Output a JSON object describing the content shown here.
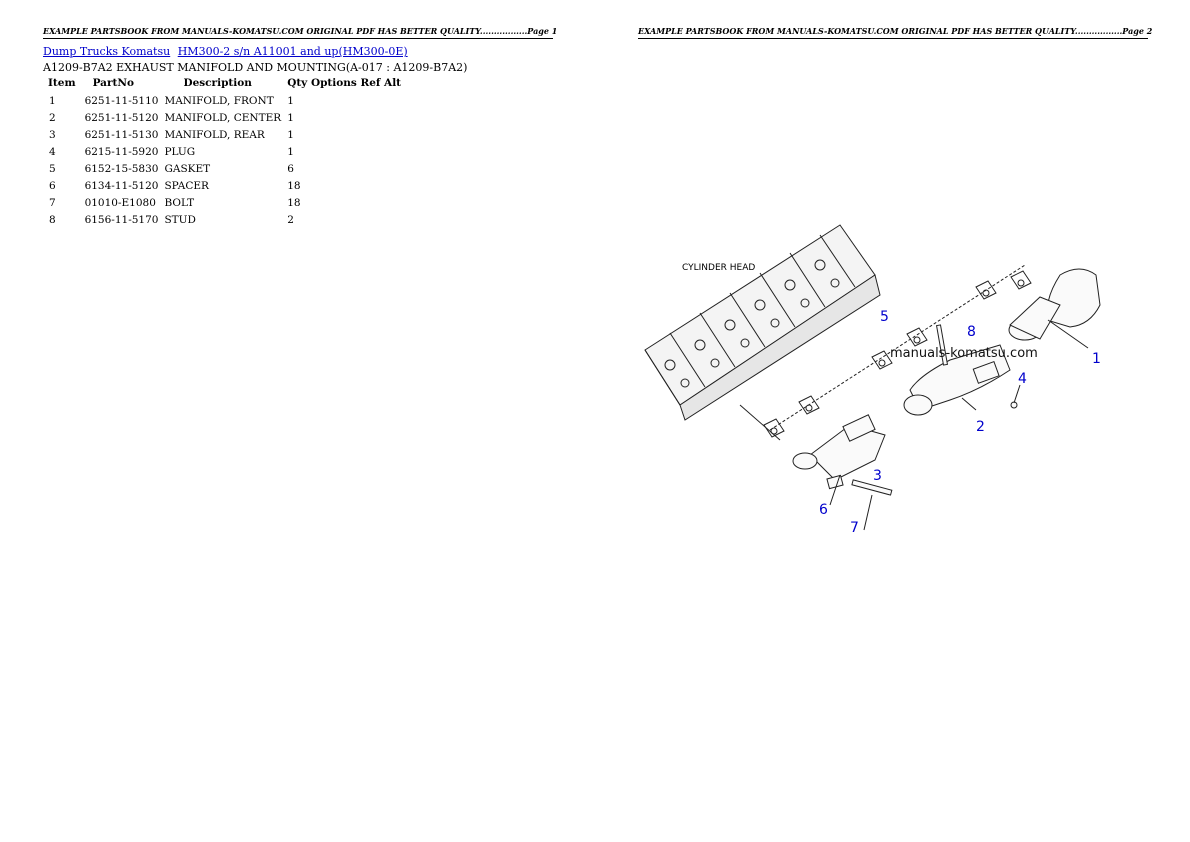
{
  "header": {
    "page1": "EXAMPLE PARTSBOOK FROM MANUALS-KOMATSU.COM ORIGINAL PDF HAS BETTER QUALITY.................Page 1",
    "page2": "EXAMPLE PARTSBOOK FROM MANUALS-KOMATSU.COM ORIGINAL PDF HAS BETTER QUALITY.................Page 2"
  },
  "breadcrumb": {
    "link1": "Dump Trucks Komatsu",
    "link2": "HM300-2 s/n A11001 and up(HM300-0E)"
  },
  "subtitle": "A1209-B7A2 EXHAUST MANIFOLD AND MOUNTING(A-017 : A1209-B7A2)",
  "table": {
    "headers": {
      "item": "Item",
      "partno": "PartNo",
      "description": "Description",
      "qty": "Qty Options Ref Alt"
    },
    "rows": [
      {
        "item": "1",
        "partno": "6251-11-5110",
        "description": "MANIFOLD, FRONT",
        "qty": "1"
      },
      {
        "item": "2",
        "partno": "6251-11-5120",
        "description": "MANIFOLD, CENTER",
        "qty": "1"
      },
      {
        "item": "3",
        "partno": "6251-11-5130",
        "description": "MANIFOLD, REAR",
        "qty": "1"
      },
      {
        "item": "4",
        "partno": "6215-11-5920",
        "description": "PLUG",
        "qty": "1"
      },
      {
        "item": "5",
        "partno": "6152-15-5830",
        "description": "GASKET",
        "qty": "6"
      },
      {
        "item": "6",
        "partno": "6134-11-5120",
        "description": "SPACER",
        "qty": "18"
      },
      {
        "item": "7",
        "partno": "01010-E1080",
        "description": "BOLT",
        "qty": "18"
      },
      {
        "item": "8",
        "partno": "6156-11-5170",
        "description": "STUD",
        "qty": "2"
      }
    ]
  },
  "diagram": {
    "cylinder_label": "CYLINDER HEAD",
    "watermark": "manuals-komatsu.com",
    "callouts": [
      "1",
      "2",
      "3",
      "4",
      "5",
      "6",
      "7",
      "8"
    ],
    "callout_color": "#0000cc"
  }
}
